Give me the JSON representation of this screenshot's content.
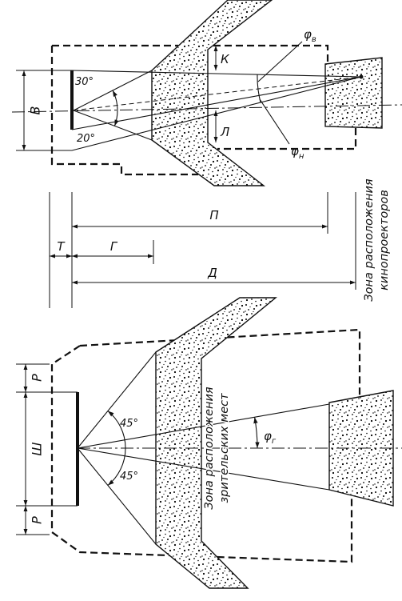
{
  "symbols": {
    "phi": "φ"
  },
  "section_view": {
    "height_label": "В",
    "angle_upper": "30°",
    "angle_lower": "20°",
    "dim_k": "К",
    "dim_l": "Л",
    "phi_upper_sub": "в",
    "phi_lower_sub": "н"
  },
  "dimensions": {
    "p": "П",
    "t": "Т",
    "g": "Г",
    "d": "Д"
  },
  "projector_zone_label": [
    "Зона расположения",
    "кинопроекторов"
  ],
  "plan_view": {
    "side_top": "Р",
    "width": "Ш",
    "side_bottom": "Р",
    "angle_upper": "45°",
    "angle_lower": "45°",
    "phi_sub": "г",
    "seating_zone_label": [
      "Зона расположения",
      "зрительских мест"
    ]
  }
}
